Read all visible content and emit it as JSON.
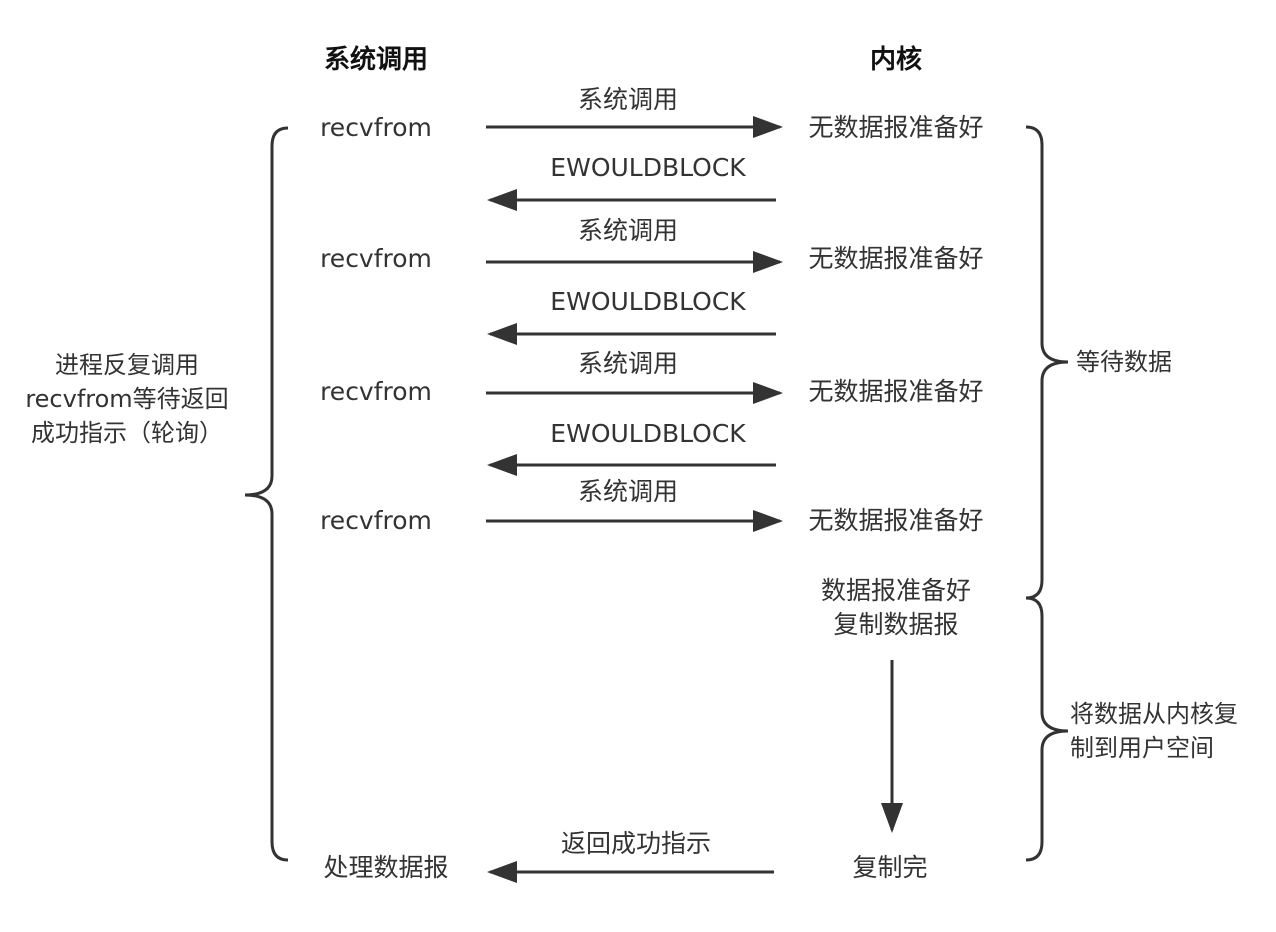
{
  "headers": {
    "process": "系统调用",
    "kernel": "内核"
  },
  "rounds": [
    {
      "call": "recvfrom",
      "request": "系统调用",
      "kernel_state": "无数据报准备好",
      "reply": "EWOULDBLOCK"
    },
    {
      "call": "recvfrom",
      "request": "系统调用",
      "kernel_state": "无数据报准备好",
      "reply": "EWOULDBLOCK"
    },
    {
      "call": "recvfrom",
      "request": "系统调用",
      "kernel_state": "无数据报准备好",
      "reply": "EWOULDBLOCK"
    },
    {
      "call": "recvfrom",
      "request": "系统调用",
      "kernel_state": "无数据报准备好"
    }
  ],
  "kernel_ready": {
    "line1": "数据报准备好",
    "line2": "复制数据报"
  },
  "copy_done": "复制完",
  "final": {
    "return_label": "返回成功指示",
    "process_label": "处理数据报"
  },
  "left_note": {
    "line1": "进程反复调用",
    "line2": "recvfrom等待返回",
    "line3": "成功指示（轮询）"
  },
  "right_notes": {
    "wait": "等待数据",
    "copy_line1": "将数据从内核复",
    "copy_line2": "制到用户空间"
  },
  "colors": {
    "line": "#333333",
    "text": "#333333",
    "header": "#111111"
  }
}
